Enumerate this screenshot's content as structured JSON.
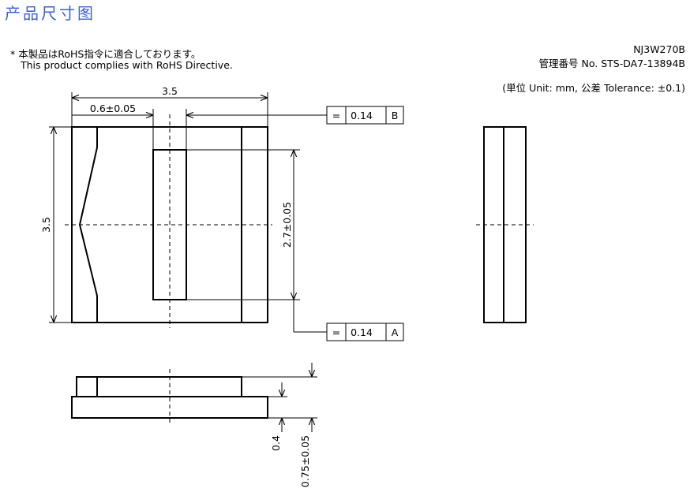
{
  "header": {
    "title": "产品尺寸图",
    "note_jp": "* 本製品はRoHS指令に適合しております。",
    "note_en": "This product complies with RoHS Directive.",
    "part_number": "NJ3W270B",
    "doc_number": "管理番号 No. STS-DA7-13894B",
    "units": "(単位 Unit: mm,  公差 Tolerance: ±0.1)"
  },
  "dimensions": {
    "width": "3.5",
    "height": "3.5",
    "slot_width": "0.6±0.05",
    "slot_length": "2.7±0.05",
    "base_thickness": "0.4",
    "total_thickness": "0.75±0.05"
  },
  "tolerance_frames": {
    "top": {
      "symbol": "=",
      "value": "0.14",
      "datum": "B"
    },
    "bottom": {
      "symbol": "=",
      "value": "0.14",
      "datum": "A"
    }
  }
}
